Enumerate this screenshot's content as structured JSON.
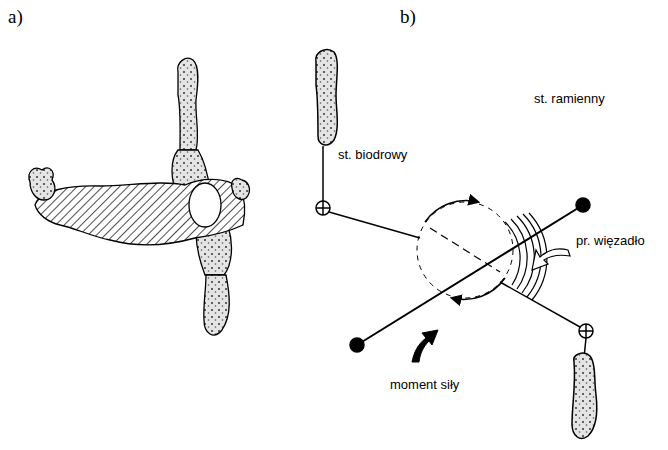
{
  "diagram": {
    "labels": [
      "a)",
      "b)",
      "st. biodrowy",
      "st. ramienny",
      "pr. więzadło",
      "moment siły"
    ]
  }
}
